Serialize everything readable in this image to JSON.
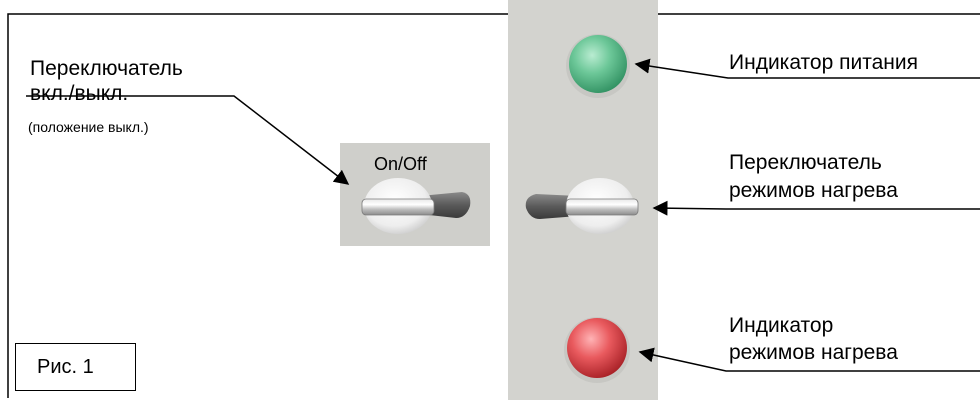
{
  "figure_label": "Рис. 1",
  "knob_caption": "On/Off",
  "callouts": {
    "onoff_switch": {
      "line1": "Переключатель",
      "line2": "вкл./выкл.",
      "note": "(положение выкл.)"
    },
    "power_indicator": {
      "text": "Индикатор питания"
    },
    "mode_switch": {
      "line1": "Переключатель",
      "line2": "режимов нагрева"
    },
    "mode_indicator": {
      "line1": "Индикатор",
      "line2": "режимов нагрева"
    }
  },
  "colors": {
    "panel": "#d3d3cf",
    "green_lamp": "#5bb98a",
    "red_lamp": "#e0484d"
  }
}
